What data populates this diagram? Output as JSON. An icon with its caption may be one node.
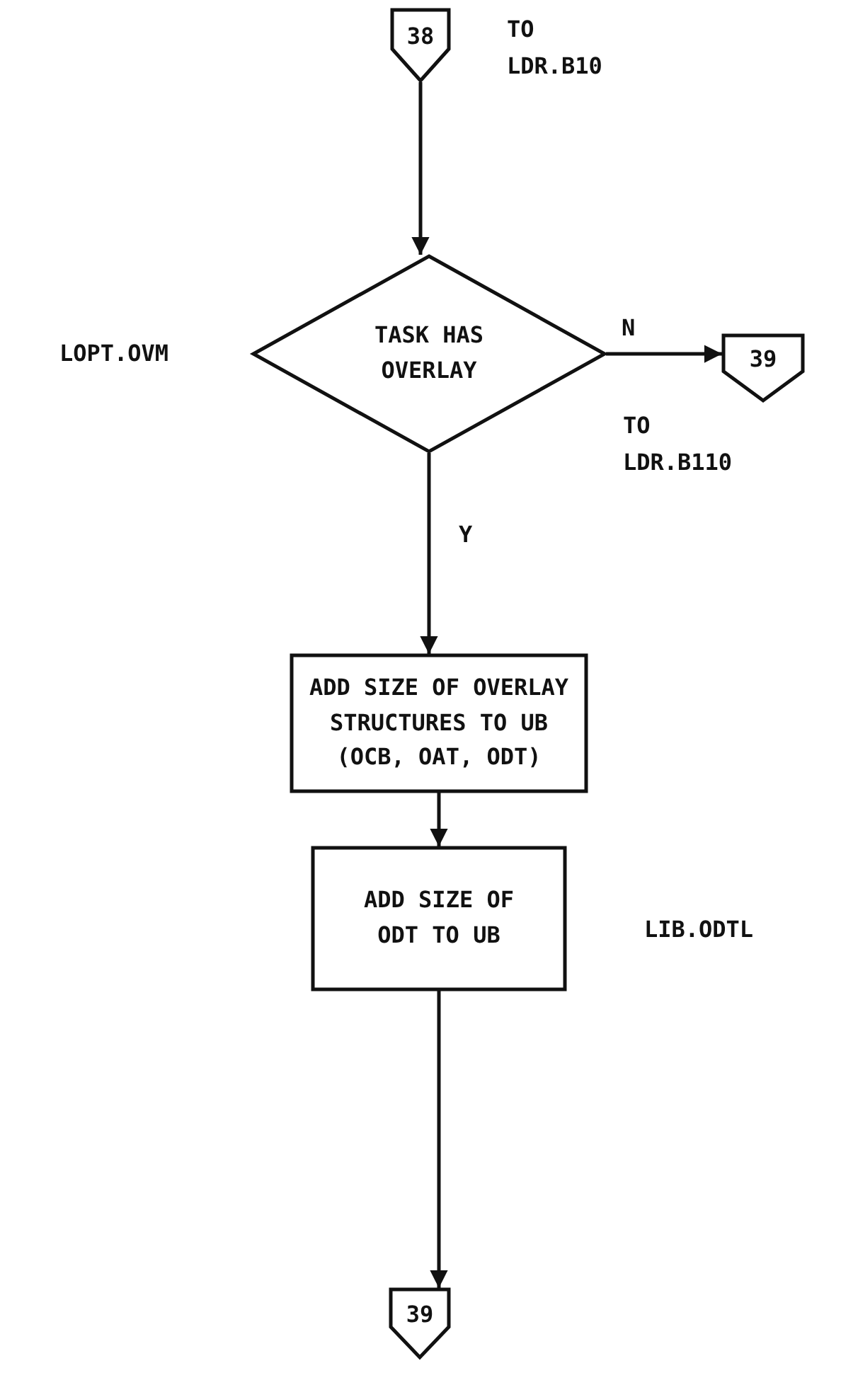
{
  "diagram": {
    "nodes": [
      {
        "text": [
          "38"
        ],
        "beside": [
          "TO LDR.B10"
        ]
      },
      {
        "text": [
          "TASK HAS OVERLAY"
        ],
        "beside": [
          "LOPT.OVM"
        ]
      },
      {
        "text": [
          "39"
        ],
        "beside": [
          "TO LDR.B110"
        ]
      },
      {
        "text": [
          "ADD SIZE OF OVERLAY STRUCTURES TO UB (OCB, OAT, ODT)"
        ]
      },
      {
        "text": [
          "ADD SIZE OF ODT TO UB"
        ],
        "beside": [
          "LIB.ODTL"
        ]
      },
      {
        "text": [
          "39"
        ]
      }
    ],
    "edges": [
      {
        "from": 0,
        "to": 1,
        "arrow": "to"
      },
      {
        "from": 1,
        "to": 2,
        "arrow": "to",
        "label": "N"
      },
      {
        "from": 1,
        "to": 3,
        "arrow": "to",
        "label": "Y"
      },
      {
        "from": 3,
        "to": 4,
        "arrow": "to"
      },
      {
        "from": 4,
        "to": 5,
        "arrow": "to"
      }
    ]
  }
}
